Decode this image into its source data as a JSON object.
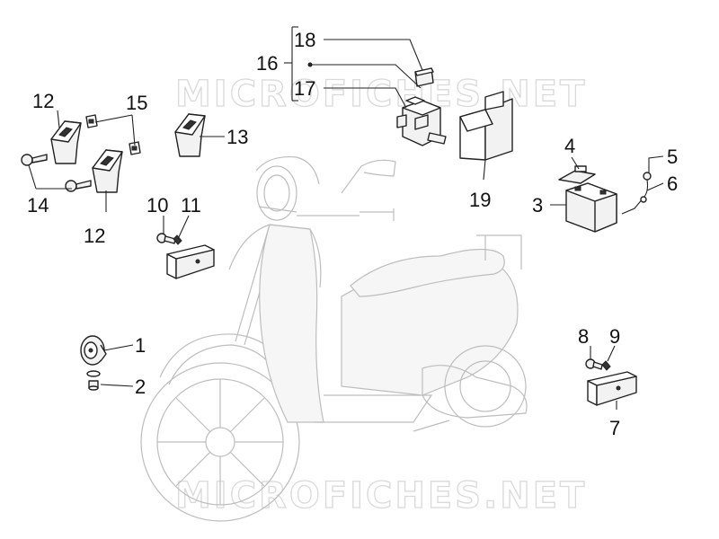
{
  "diagram": {
    "watermark_text": "MICROFICHES.NET",
    "callouts": [
      "1",
      "2",
      "3",
      "4",
      "5",
      "6",
      "7",
      "8",
      "9",
      "10",
      "11",
      "12",
      "12",
      "13",
      "14",
      "15",
      "16",
      "17",
      "18",
      "19"
    ],
    "parts": [
      "horn-icon",
      "washer-nut-icon",
      "battery-icon",
      "battery-strap-icon",
      "ground-cable-icon",
      "mounting-bracket-icon",
      "screw-icon",
      "relay-icon",
      "fuse-icon",
      "relay-bracket-icon",
      "rubber-holder-icon",
      "clip-nut-icon"
    ]
  }
}
